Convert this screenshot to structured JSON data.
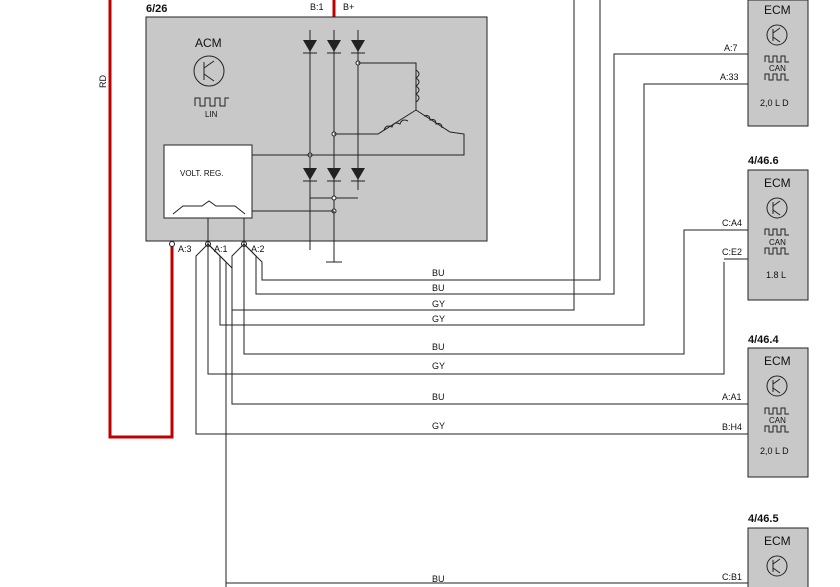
{
  "generator": {
    "ref": "6/26",
    "acm_label": "ACM",
    "lin_label": "LIN",
    "volt_reg_label": "VOLT. REG.",
    "pin_b1": "B:1",
    "pin_bplus": "B+",
    "pin_a3": "A:3",
    "pin_a1": "A:1",
    "pin_a2": "A:2"
  },
  "rd_label": "RD",
  "ecm_modules": [
    {
      "ref": "",
      "title": "ECM",
      "can_label": "CAN",
      "variant": "2,0 L D",
      "pins": [
        "A:7",
        "A:33"
      ]
    },
    {
      "ref": "4/46.6",
      "title": "ECM",
      "can_label": "CAN",
      "variant": "1.8 L",
      "pins": [
        "C:A4",
        "C:E2"
      ]
    },
    {
      "ref": "4/46.4",
      "title": "ECM",
      "can_label": "CAN",
      "variant": "2,0 L D",
      "pins": [
        "A:A1",
        "B:H4"
      ]
    },
    {
      "ref": "4/46.5",
      "title": "ECM",
      "can_label": "",
      "variant": "",
      "pins": [
        "C:B1"
      ]
    }
  ],
  "wire_labels": [
    "BU",
    "BU",
    "GY",
    "GY",
    "BU",
    "GY",
    "BU",
    "GY",
    "BU"
  ],
  "colors": {
    "box_fill": "#c8c8c8",
    "wire_red": "#c00000",
    "wire": "#222222"
  }
}
